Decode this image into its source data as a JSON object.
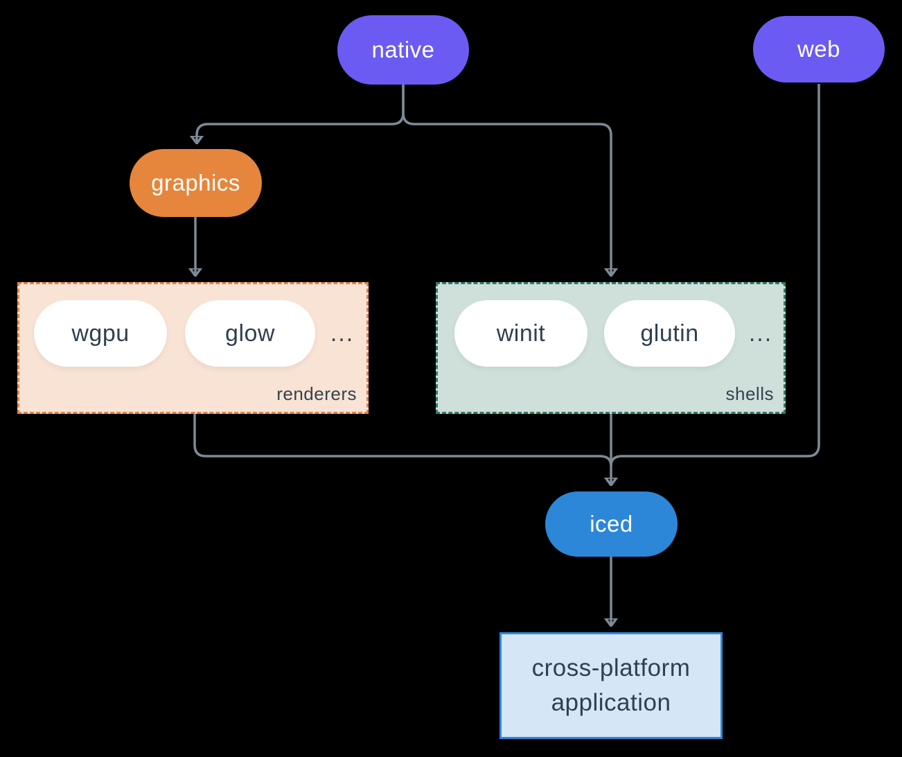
{
  "canvas": {
    "background": "#000000",
    "line_color": "#7d8a96"
  },
  "nodes": {
    "native": {
      "label": "native",
      "color": "#6b5bf2",
      "text_color": "#ffffff"
    },
    "web": {
      "label": "web",
      "color": "#6b5bf2",
      "text_color": "#ffffff"
    },
    "graphics": {
      "label": "graphics",
      "color": "#e5863c",
      "text_color": "#ffffff"
    },
    "iced": {
      "label": "iced",
      "color": "#2d87d8",
      "text_color": "#ffffff"
    },
    "application": {
      "label_line1": "cross-platform",
      "label_line2": "application",
      "fill": "#d5e6f7",
      "border_color": "#2e86de",
      "text_color": "#2f404e"
    }
  },
  "groups": {
    "renderers": {
      "label": "renderers",
      "fill": "#f9e3d4",
      "border_color": "#e0834a",
      "items": [
        "wgpu",
        "glow",
        "..."
      ]
    },
    "shells": {
      "label": "shells",
      "fill": "#cfe0da",
      "border_color": "#2e7d6d",
      "items": [
        "winit",
        "glutin",
        "..."
      ]
    }
  },
  "edges": [
    {
      "from": "native",
      "to": "graphics"
    },
    {
      "from": "native",
      "to": "shells"
    },
    {
      "from": "graphics",
      "to": "renderers"
    },
    {
      "from": "renderers",
      "to": "iced"
    },
    {
      "from": "shells",
      "to": "iced"
    },
    {
      "from": "web",
      "to": "iced"
    },
    {
      "from": "iced",
      "to": "application"
    }
  ]
}
